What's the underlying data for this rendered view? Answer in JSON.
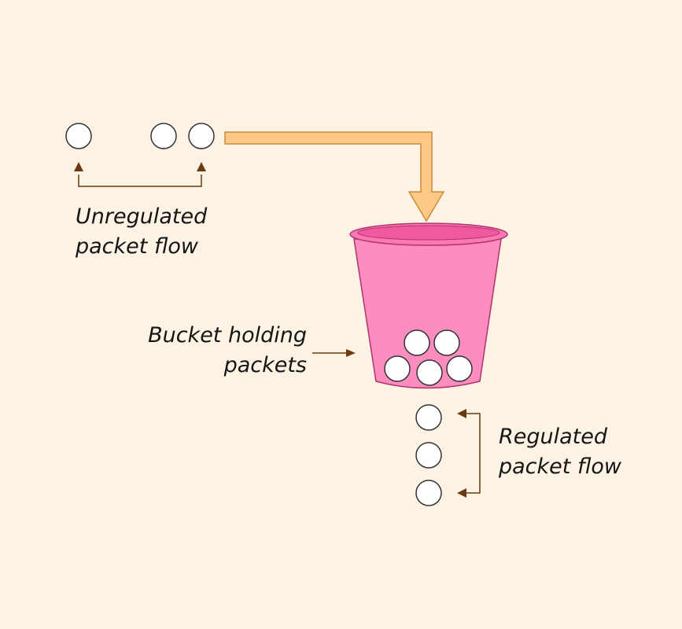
{
  "labels": {
    "unregulated": [
      "Unregulated",
      "packet flow"
    ],
    "bucket": [
      "Bucket holding",
      "packets"
    ],
    "regulated": [
      "Regulated",
      "packet flow"
    ]
  },
  "colors": {
    "background": "#fdf3e4",
    "flow_arrow_fill": "#fec987",
    "flow_arrow_stroke": "#cc8a3a",
    "bucket_fill": "#fd8dbf",
    "bucket_rim": "#fb79b2",
    "bucket_inner": "#f0599f",
    "bucket_stroke": "#b1336d",
    "packet_fill": "#ffffff",
    "packet_stroke": "#333333",
    "annotation_arrow": "#6b3a12"
  },
  "packets": {
    "unregulated_count": 3,
    "in_bucket_count": 5,
    "regulated_count": 3
  }
}
